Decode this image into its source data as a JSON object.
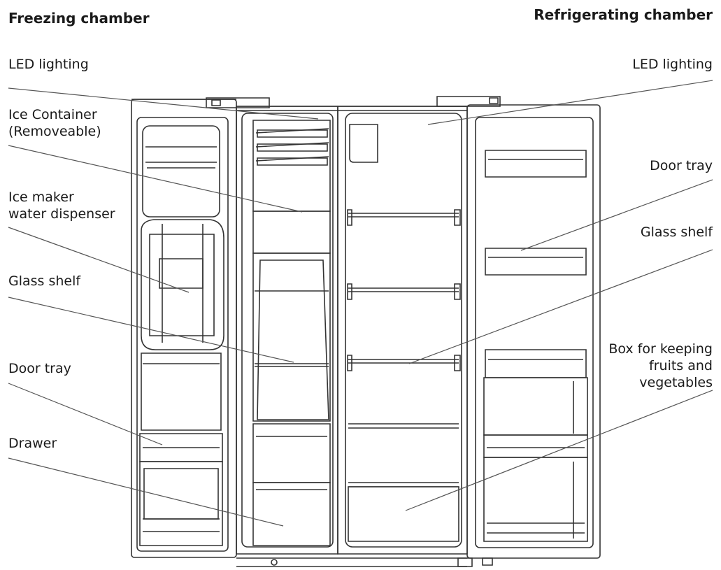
{
  "titles": {
    "left": "Freezing chamber",
    "right": "Refrigerating chamber"
  },
  "labels": {
    "led_left": "LED lighting",
    "ice_container_1": "Ice Container",
    "ice_container_2": "(Removeable)",
    "ice_maker_1": "Ice maker",
    "ice_maker_2": "water dispenser",
    "glass_shelf_left": "Glass shelf",
    "door_tray_left": "Door tray",
    "drawer": "Drawer",
    "led_right": "LED lighting",
    "door_tray_right": "Door tray",
    "glass_shelf_right": "Glass shelf",
    "box_1": "Box for keeping",
    "box_2": "fruits and",
    "box_3": "vegetables"
  },
  "colors": {
    "line": "#555555",
    "frame": "#333333",
    "text": "#1a1a1a"
  }
}
